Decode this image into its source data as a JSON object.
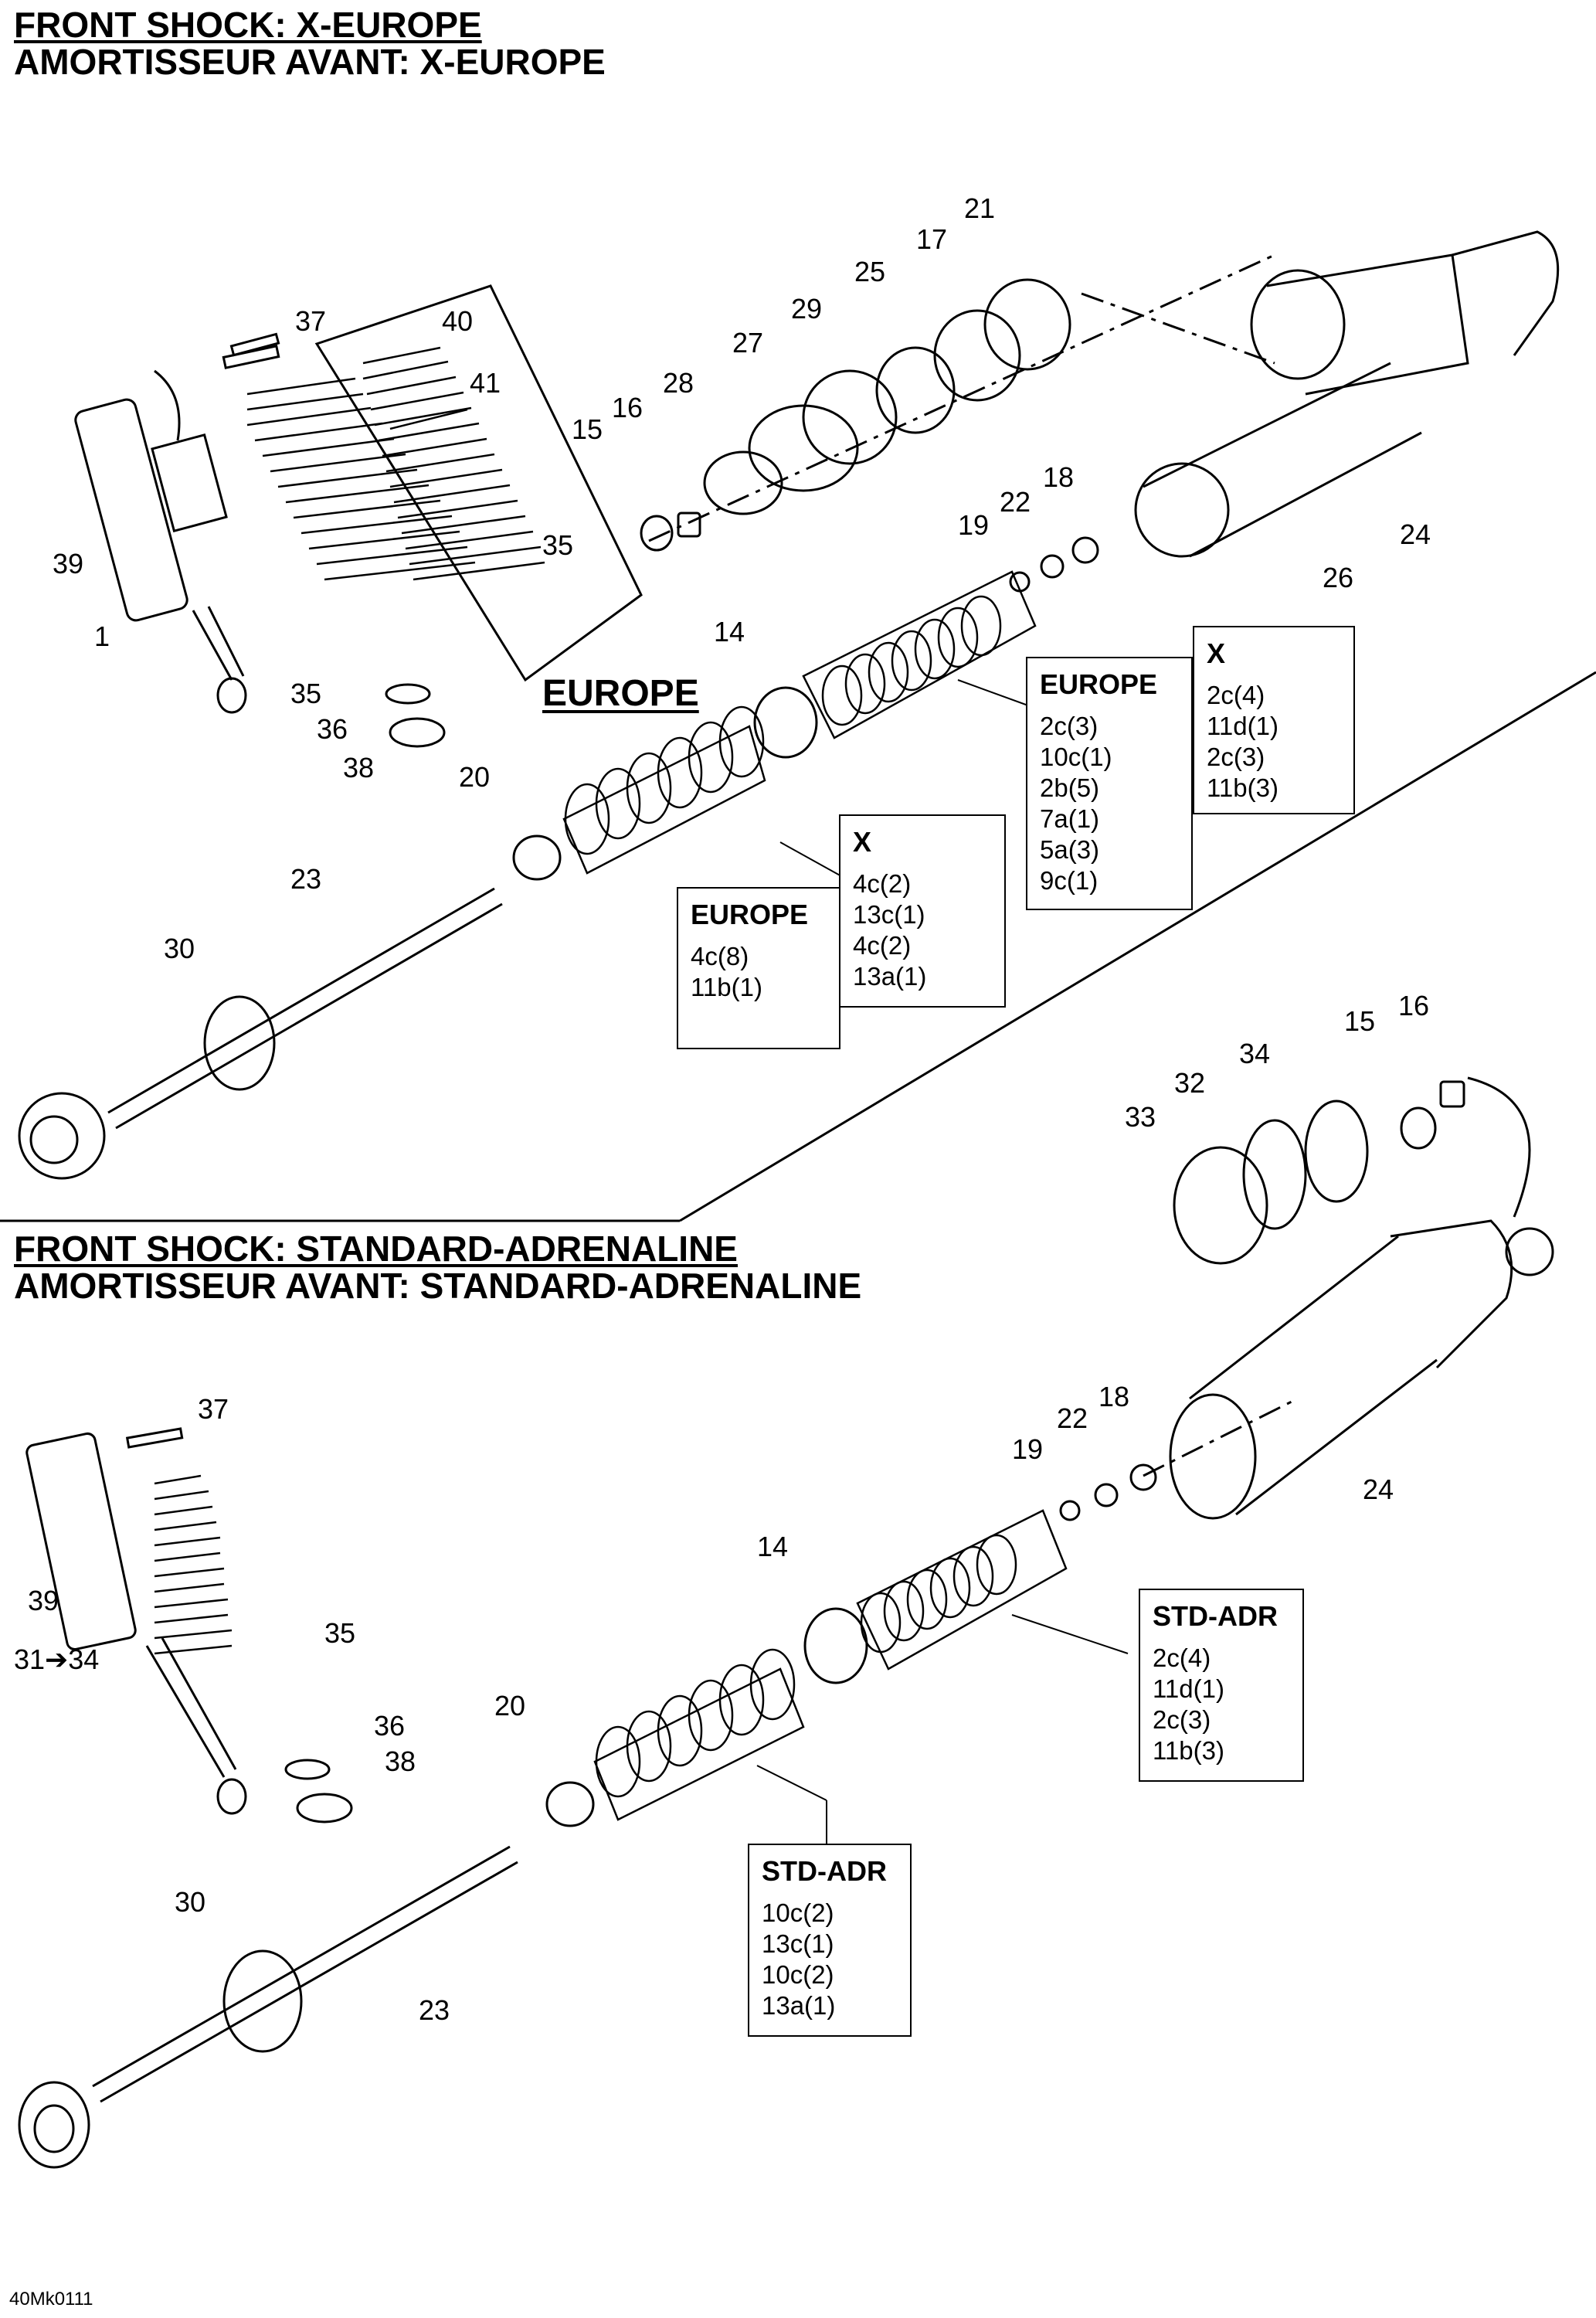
{
  "sections": [
    {
      "title_en": "FRONT SHOCK:  X-EUROPE",
      "title_fr": "AMORTISSEUR AVANT:  X-EUROPE"
    },
    {
      "title_en": "FRONT SHOCK:  STANDARD-ADRENALINE",
      "title_fr": "AMORTISSEUR AVANT:  STANDARD-ADRENALINE"
    }
  ],
  "badge": "EUROPE",
  "part_numbers_top": [
    "37",
    "40",
    "41",
    "15",
    "16",
    "28",
    "27",
    "29",
    "25",
    "17",
    "21",
    "39",
    "1",
    "35",
    "35",
    "36",
    "38",
    "18",
    "22",
    "19",
    "24",
    "26",
    "14",
    "20",
    "23",
    "30"
  ],
  "part_numbers_bottom": [
    "15",
    "16",
    "34",
    "32",
    "33",
    "18",
    "22",
    "19",
    "24",
    "37",
    "39",
    "31➔34",
    "35",
    "36",
    "38",
    "14",
    "20",
    "30",
    "23"
  ],
  "boxes": [
    {
      "header": "EUROPE",
      "items": [
        "2c(3)",
        "10c(1)",
        "2b(5)",
        "7a(1)",
        "5a(3)",
        "9c(1)"
      ]
    },
    {
      "header": "X",
      "items": [
        "2c(4)",
        "11d(1)",
        "2c(3)",
        "11b(3)"
      ]
    },
    {
      "header": "X",
      "items": [
        "4c(2)",
        "13c(1)",
        "4c(2)",
        "13a(1)"
      ]
    },
    {
      "header": "EUROPE",
      "items": [
        "4c(8)",
        "11b(1)"
      ]
    },
    {
      "header": "STD-ADR",
      "items": [
        "2c(4)",
        "11d(1)",
        "2c(3)",
        "11b(3)"
      ]
    },
    {
      "header": "STD-ADR",
      "items": [
        "10c(2)",
        "13c(1)",
        "10c(2)",
        "13a(1)"
      ]
    }
  ],
  "figure_code": "40Mk0111"
}
